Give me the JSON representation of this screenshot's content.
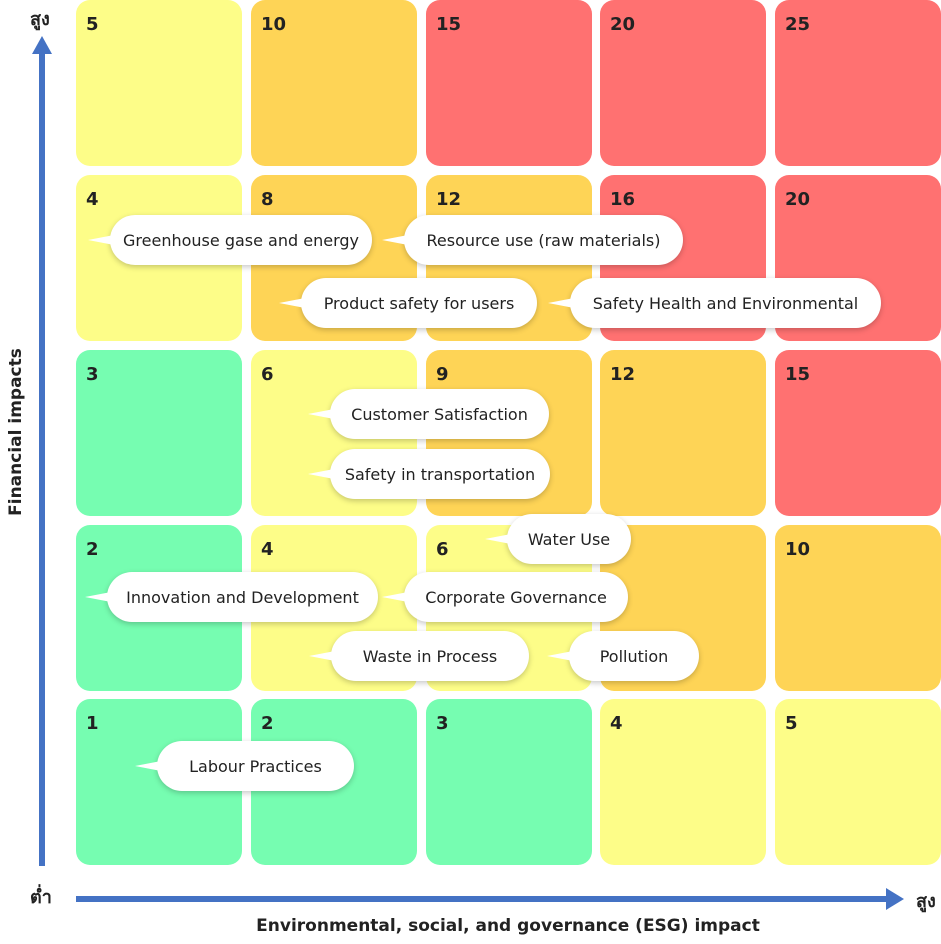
{
  "axes": {
    "y_label": "Financial impacts",
    "x_label": "Environmental, social, and governance (ESG) impact",
    "y_high": "สูง",
    "x_high": "สูง",
    "low": "ต่ำ",
    "arrow_color": "#4472c4"
  },
  "colors": {
    "yellow": "#fdfd88",
    "orange": "#fed456",
    "red": "#ff7171",
    "green": "#76fdb1"
  },
  "grid": [
    [
      "5",
      "10",
      "15",
      "20",
      "25"
    ],
    [
      "4",
      "8",
      "12",
      "16",
      "20"
    ],
    [
      "3",
      "6",
      "9",
      "12",
      "15"
    ],
    [
      "2",
      "4",
      "6",
      "8",
      "10"
    ],
    [
      "1",
      "2",
      "3",
      "4",
      "5"
    ]
  ],
  "issues": {
    "greenhouse": "Greenhouse gase and energy",
    "resource": "Resource use (raw materials)",
    "product_safety": "Product safety for users",
    "safety_health": "Safety Health and Environmental",
    "customer": "Customer Satisfaction",
    "transport": "Safety in transportation",
    "water": "Water Use",
    "innovation": "Innovation and Development",
    "governance": "Corporate Governance",
    "waste": "Waste in Process",
    "pollution": "Pollution",
    "labour": "Labour Practices"
  }
}
